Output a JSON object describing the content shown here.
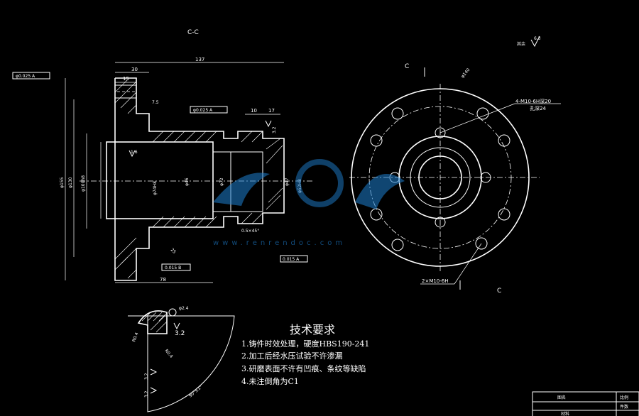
{
  "section_label": "C-C",
  "view_markers": {
    "top": "C",
    "bottom": "C"
  },
  "roughness": {
    "label": "其余",
    "value": "6.3"
  },
  "dims": {
    "overall_len": "137",
    "d30": "30",
    "d15": "15",
    "d10": "10",
    "d17": "17",
    "d78": "78",
    "chamfer": "7.5",
    "phi155": "φ155",
    "phi130": "φ130",
    "phi100": "φ100h8",
    "phi74": "φ74H8",
    "phi46": "φ46",
    "phi72": "φ72",
    "phi47": "φ47",
    "phi52": "φ52H8",
    "tol_a": "φ0.025 A",
    "tol_b": "φ0.025 A",
    "tol_c": "0.015 B",
    "tol_d": "0.015 A",
    "flat": "0.5×45°",
    "r16": "1.6",
    "r32": "3.2",
    "r25": "25",
    "hole_pattern": "4-M10-6H深20",
    "hole_sub": "孔深24",
    "hole2": "2×M10-6H",
    "pcd": "φ140"
  },
  "detail_dims": {
    "a": "φ2.4",
    "b": "3.2",
    "c": "R0.4",
    "d": "R0.4",
    "e": "3.2",
    "f": "3.2",
    "g": "90°±1°"
  },
  "tech": {
    "title": "技术要求",
    "notes": [
      "1.铸件时效处理，硬度HBS190-241",
      "2.加工后经水压试验不许渗漏",
      "3.研磨表面不许有凹痕、条纹等缺陷",
      "4.未注倒角为C1"
    ]
  },
  "title_block": {
    "c1": "图名",
    "c2": "比例",
    "c3": "件数",
    "c4": "材料"
  },
  "watermark": "www.renrendoc.com"
}
